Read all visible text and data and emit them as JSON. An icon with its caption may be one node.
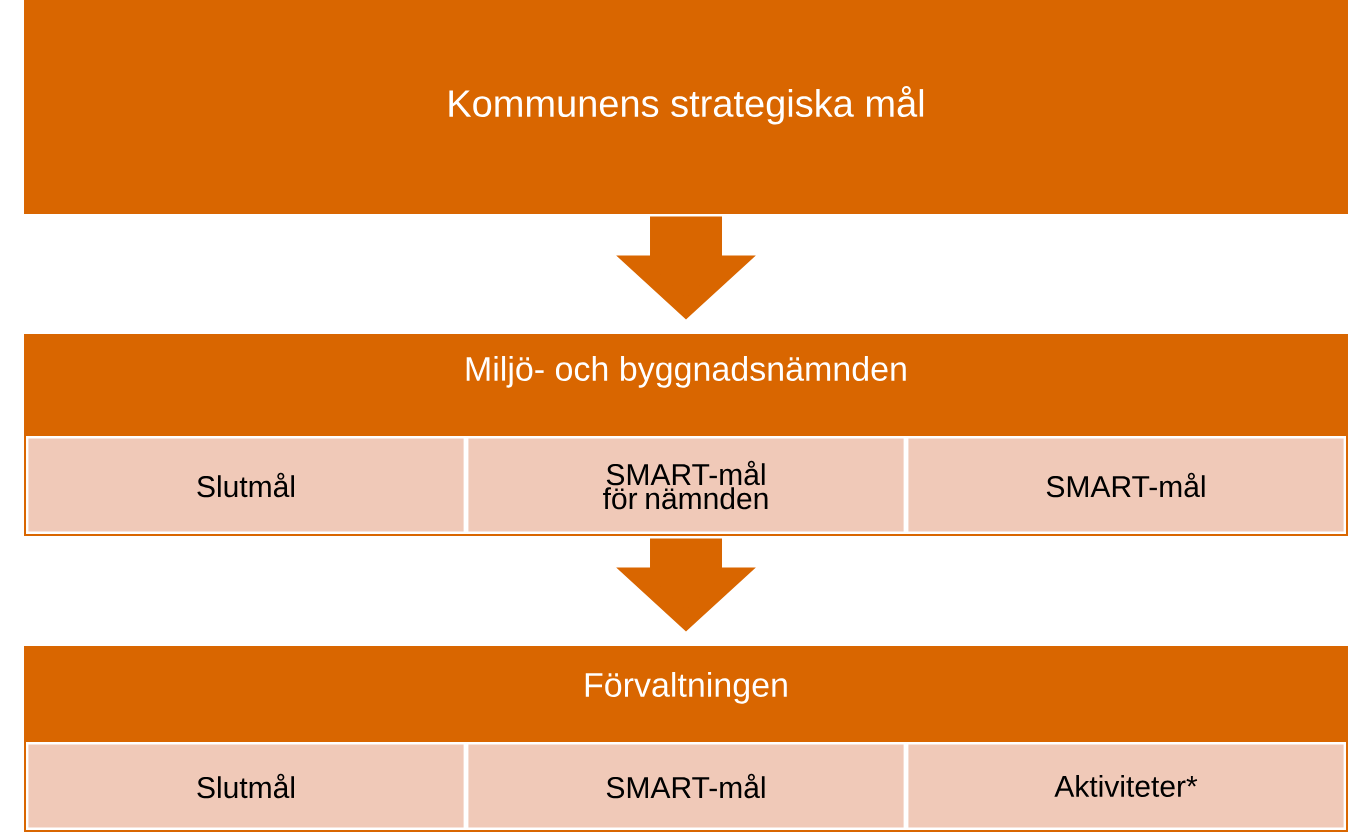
{
  "diagram": {
    "nodes": [
      {
        "text": [
          "Kommunens strategiska mål"
        ]
      },
      {
        "text": [
          "Miljö- och byggnadsnämnden"
        ]
      },
      {
        "text": [
          "Slutmål"
        ],
        "in": 1
      },
      {
        "text": [
          "SMART-mål för nämnden"
        ],
        "in": 1
      },
      {
        "text": [
          "SMART-mål"
        ],
        "in": 1
      },
      {
        "text": [
          "Förvaltningen"
        ]
      },
      {
        "text": [
          "Slutmål"
        ],
        "in": 5
      },
      {
        "text": [
          "SMART-mål"
        ],
        "in": 5
      },
      {
        "text": [
          "Aktiviteter*"
        ],
        "in": 5
      }
    ],
    "edges": [
      {
        "from": 0,
        "to": 1,
        "arrow": "to"
      },
      {
        "from": 1,
        "to": 5,
        "arrow": "to"
      }
    ]
  }
}
